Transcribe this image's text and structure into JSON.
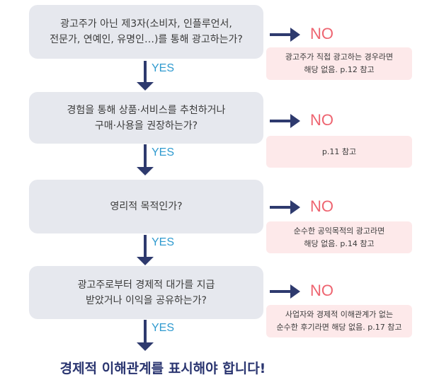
{
  "questions": [
    {
      "text": "광고주가 아닌 제3자(소비자, 인플루언서,\n전문가, 연예인, 유명인…)를 통해 광고하는가?"
    },
    {
      "text": "경험을 통해 상품·서비스를 추천하거나\n구매·사용을 권장하는가?"
    },
    {
      "text": "영리적 목적인가?"
    },
    {
      "text": "광고주로부터 경제적 대가를 지급\n받았거나 이익을 공유하는가?"
    }
  ],
  "no_label": "NO",
  "yes_label": "YES",
  "no_notes": [
    {
      "text": "광고주가 직접 광고하는 경우라면\n해당 없음. p.12 참고"
    },
    {
      "text": "p.11 참고"
    },
    {
      "text": "순수한 공익목적의 광고라면\n해당 없음. p.14 참고"
    },
    {
      "text": "사업자와 경제적 이해관계가 없는\n순수한 후기라면 해당 없음. p.17 참고"
    }
  ],
  "conclusion": "경제적 이해관계를 표시해야 합니다!",
  "colors": {
    "question_bg": "#e6e8ee",
    "note_bg": "#fde9ea",
    "arrow": "#2e3a6e",
    "no": "#ee6470",
    "yes": "#2f9acf",
    "conclusion": "#2a3570"
  }
}
